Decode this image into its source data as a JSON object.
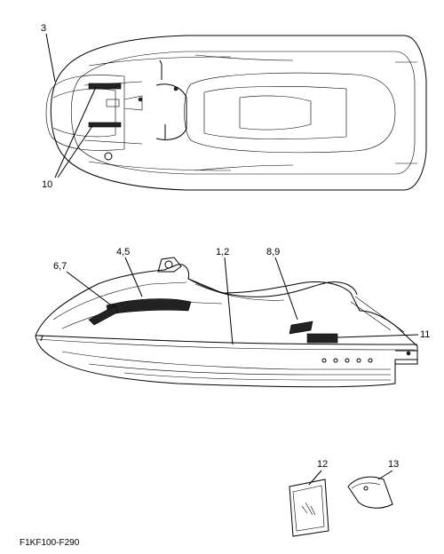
{
  "labels": {
    "l3": "3",
    "l10": "10",
    "l67": "6,7",
    "l45": "4,5",
    "l12a": "1,2",
    "l89": "8,9",
    "l11": "11",
    "l12": "12",
    "l13": "13"
  },
  "drawing_code": "F1KF100-F290"
}
